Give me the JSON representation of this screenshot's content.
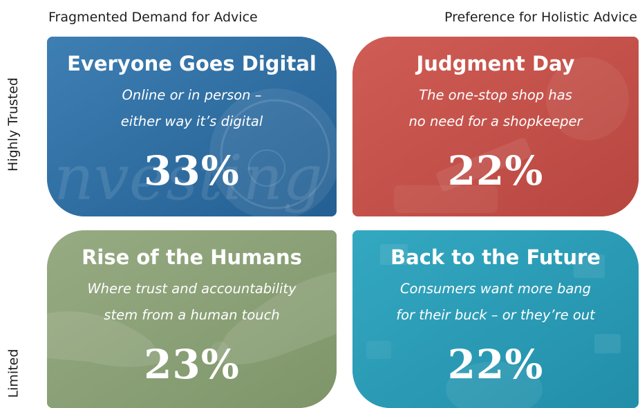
{
  "headers": {
    "left": "Fragmented Demand for Advice",
    "right": "Preference for Holistic Advice"
  },
  "row_labels": {
    "top": "Highly Trusted",
    "bottom": "Limited"
  },
  "quadrants": {
    "top_left": {
      "title": "Everyone Goes Digital",
      "line1": "Online or in person –",
      "line2": "either way it’s digital",
      "percent": "33%",
      "color": "#2a6fa5"
    },
    "top_right": {
      "title": "Judgment Day",
      "line1": "The one-stop shop has",
      "line2": "no need for a shopkeeper",
      "percent": "22%",
      "color": "#c5504a"
    },
    "bottom_left": {
      "title": "Rise of the Humans",
      "line1": "Where trust and accountability",
      "line2": "stem from a human touch",
      "percent": "23%",
      "color": "#8fa37a"
    },
    "bottom_right": {
      "title": "Back to the Future",
      "line1": "Consumers want more bang",
      "line2": "for their buck – or they’re out",
      "percent": "22%",
      "color": "#2a9db7"
    }
  }
}
